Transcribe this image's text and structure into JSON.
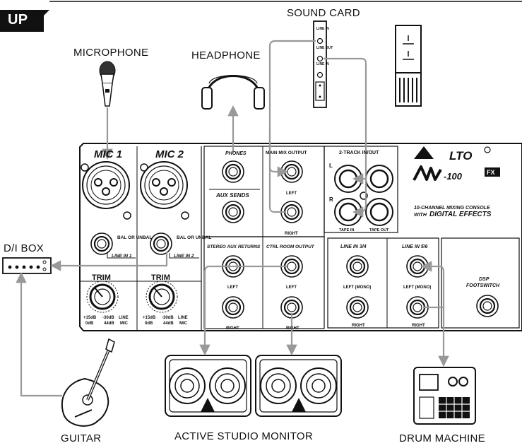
{
  "badge": "UP",
  "devices": {
    "sound_card": "SOUND CARD",
    "microphone": "MICROPHONE",
    "headphone": "HEADPHONE",
    "di_box": "D/I BOX",
    "guitar": "GUITAR",
    "monitor": "ACTIVE STUDIO MONITOR",
    "drum": "DRUM MACHINE"
  },
  "sound_card_ports": [
    "LINE IN",
    "LINE OUT",
    "LINE IN"
  ],
  "mixer": {
    "mic1": "MIC 1",
    "mic2": "MIC 2",
    "bal": "BAL OR UNBAL",
    "line_in_1": "LINE IN 1",
    "line_in_2": "LINE IN 2",
    "trim": "TRIM",
    "trim_scale": [
      "+15dB",
      "0dB",
      "-30dB",
      "44dB",
      "LINE",
      "MIC"
    ],
    "phones": "PHONES",
    "aux_sends": "AUX SENDS",
    "main_mix": "MAIN MIX OUTPUT",
    "left": "LEFT",
    "right": "RIGHT",
    "two_track": "2-TRACK IN/OUT",
    "l": "L",
    "r": "R",
    "tape_in": "TAPE IN",
    "tape_out": "TAPE OUT",
    "brand": "LTO",
    "model": "-100",
    "fx": "FX",
    "desc1": "10-CHANNEL MIXING CONSOLE",
    "desc2a": "WITH",
    "desc2b": "DIGITAL EFFECTS",
    "stereo_aux": "STEREO AUX RETURNS",
    "ctrl_room": "CTRL ROOM OUTPUT",
    "line34": "LINE IN 3/4",
    "line56": "LINE IN 5/6",
    "left_mono": "LEFT (MONO)",
    "dsp": "DSP",
    "footswitch": "FOOTSWITCH"
  }
}
